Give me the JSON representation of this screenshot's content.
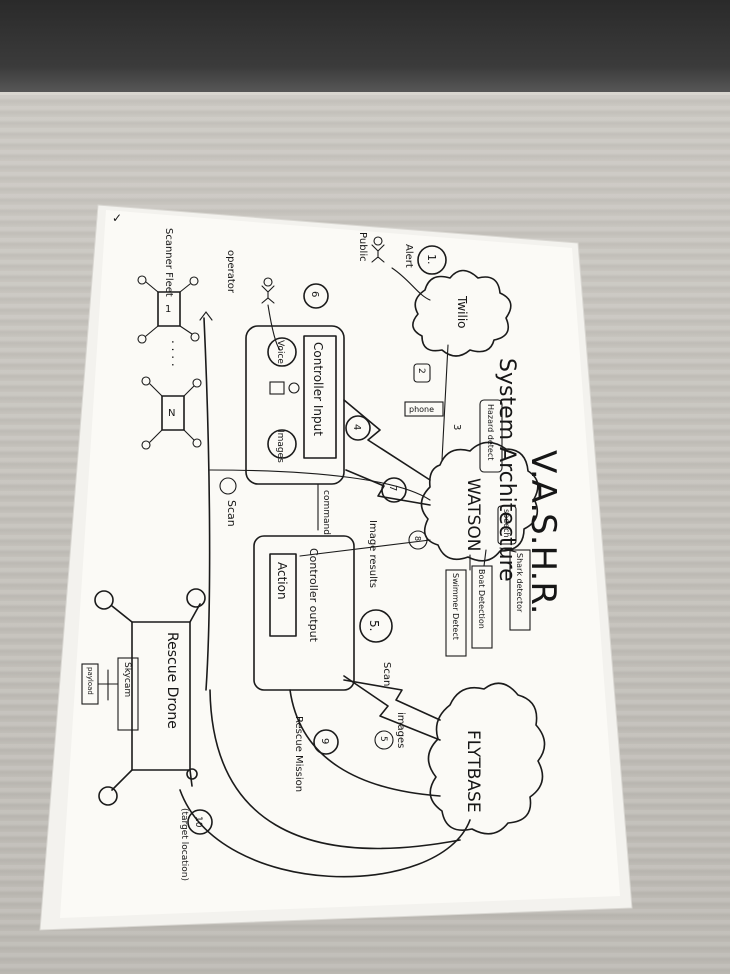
{
  "diagram": {
    "title": "V.A.S.H.R.",
    "subtitle": "System Architecture",
    "clouds": {
      "twilio": "Twilio",
      "watson": "WATSON",
      "flytbase": "FLYTBASE"
    },
    "actors": {
      "public": "Public",
      "alert": "Alert",
      "operator": "operator",
      "scanner_fleet": "Scanner Fleet"
    },
    "watson_services": {
      "speech": "speech",
      "hazard_detect": "Hazard detect",
      "shark_detector": "Shark detector",
      "boat_detection": "Boat Detection",
      "swimmer_detect": "Swimmer Detect",
      "phone": "phone"
    },
    "controller_input": {
      "label": "Controller Input",
      "voice": "Voice",
      "images": "Images"
    },
    "controller_output": {
      "label": "Controller output",
      "action": "Action"
    },
    "rescue_drone": {
      "label": "Rescue Drone",
      "skycam": "Skycam",
      "payload": "payload"
    },
    "fleet_units": [
      "1",
      "N"
    ],
    "fleet_ellipsis": ". . . .",
    "step_markers": [
      "1.",
      "2",
      "3",
      "4",
      "5.",
      "6",
      "7",
      "8",
      "9",
      "10",
      "5"
    ],
    "flow_labels": {
      "command": "command",
      "image_results": "Image results",
      "scan": "Scan",
      "scan_images": "Scan",
      "images": "images",
      "rescue_mission": "Rescue Mission",
      "target_location": "(target location)"
    }
  }
}
